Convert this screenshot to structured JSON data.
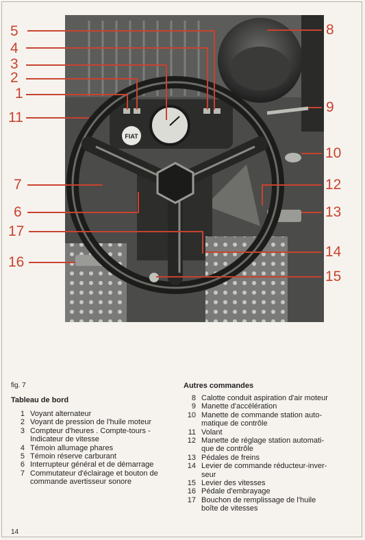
{
  "figure": {
    "callouts": [
      {
        "num": "1",
        "side": "left"
      },
      {
        "num": "2",
        "side": "left"
      },
      {
        "num": "3",
        "side": "left"
      },
      {
        "num": "4",
        "side": "left"
      },
      {
        "num": "5",
        "side": "left"
      },
      {
        "num": "6",
        "side": "left"
      },
      {
        "num": "7",
        "side": "left"
      },
      {
        "num": "8",
        "side": "right"
      },
      {
        "num": "9",
        "side": "right"
      },
      {
        "num": "10",
        "side": "right"
      },
      {
        "num": "11",
        "side": "left"
      },
      {
        "num": "12",
        "side": "right"
      },
      {
        "num": "13",
        "side": "right"
      },
      {
        "num": "14",
        "side": "right"
      },
      {
        "num": "15",
        "side": "right"
      },
      {
        "num": "16",
        "side": "left"
      },
      {
        "num": "17",
        "side": "left"
      }
    ],
    "hub_text": "FIAT",
    "callout_color": "#c8432f"
  },
  "caption": {
    "fig_label": "fig. 7",
    "tableau_title": "Tableau de bord",
    "tableau_items": [
      {
        "n": "1",
        "text": "Voyant alternateur"
      },
      {
        "n": "2",
        "text": "Voyant de pression de l'huile moteur"
      },
      {
        "n": "3",
        "text": "Compteur d'heures . Compte-tours -"
      },
      {
        "n": "",
        "text": "Indicateur de vitesse"
      },
      {
        "n": "4",
        "text": "Témoin allumage phares"
      },
      {
        "n": "5",
        "text": "Témoin réserve carburant"
      },
      {
        "n": "6",
        "text": "Interrupteur général et de démarrage"
      },
      {
        "n": "7",
        "text": "Commutateur d'éclairage et bouton de"
      },
      {
        "n": "",
        "text": "commande avertisseur sonore"
      }
    ],
    "autres_title": "Autres commandes",
    "autres_items": [
      {
        "n": "8",
        "text": "Calotte conduit aspiration d'air moteur"
      },
      {
        "n": "9",
        "text": "Manette d'accélération"
      },
      {
        "n": "10",
        "text": "Manette de commande station auto-"
      },
      {
        "n": "",
        "text": "matique de contrôle"
      },
      {
        "n": "11",
        "text": "Volant"
      },
      {
        "n": "12",
        "text": "Manette de réglage station automati-"
      },
      {
        "n": "",
        "text": "que de contrôle"
      },
      {
        "n": "13",
        "text": "Pédales de freins"
      },
      {
        "n": "14",
        "text": "Levier de commande réducteur-inver-"
      },
      {
        "n": "",
        "text": "seur"
      },
      {
        "n": "15",
        "text": "Levier des vitesses"
      },
      {
        "n": "16",
        "text": "Pédale d'embrayage"
      },
      {
        "n": "17",
        "text": "Bouchon de remplissage de l'huile"
      },
      {
        "n": "",
        "text": "boîte de vitesses"
      }
    ]
  },
  "page_number": "14"
}
